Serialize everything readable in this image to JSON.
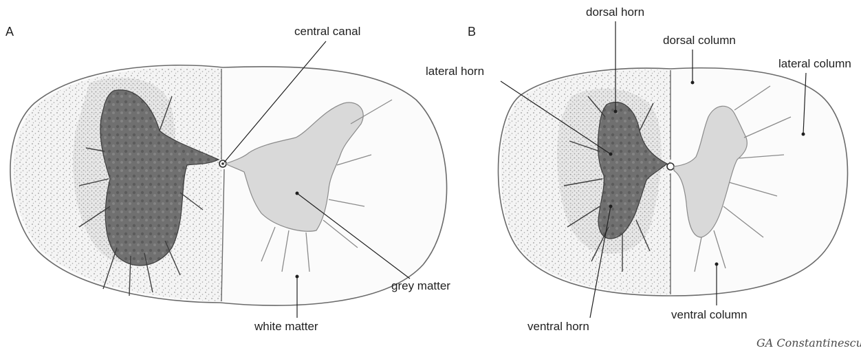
{
  "panels": {
    "a": {
      "letter": "A",
      "labels": {
        "central_canal": "central canal",
        "grey_matter": "grey matter",
        "white_matter": "white matter"
      }
    },
    "b": {
      "letter": "B",
      "labels": {
        "dorsal_horn": "dorsal horn",
        "dorsal_column": "dorsal column",
        "lateral_horn": "lateral horn",
        "lateral_column": "lateral column",
        "ventral_horn": "ventral horn",
        "ventral_column": "ventral column"
      }
    }
  },
  "signature": "GA Constantinescu"
}
